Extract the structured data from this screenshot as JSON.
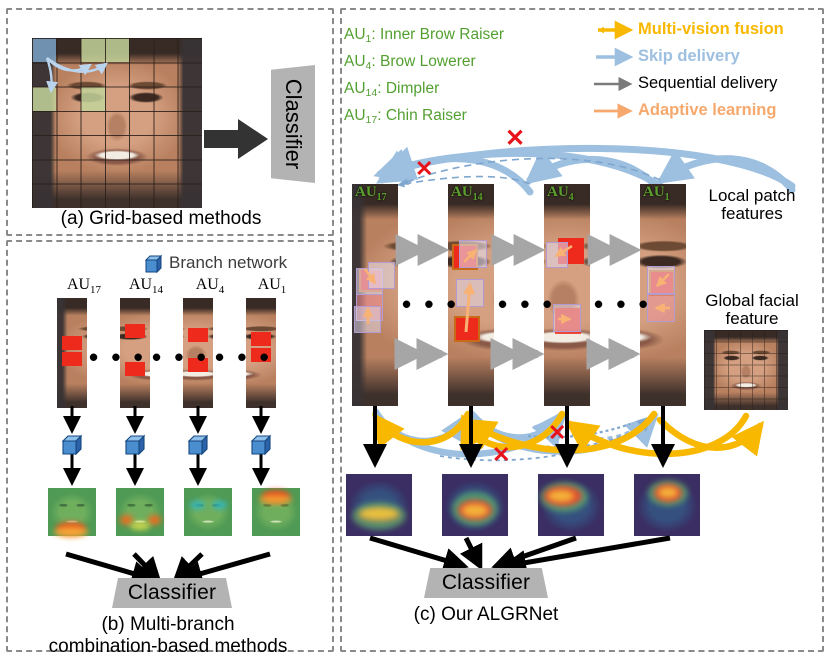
{
  "figure": {
    "title": "ALGRNet comparison figure",
    "panels": [
      {
        "id": "a",
        "caption": "(a) Grid-based methods"
      },
      {
        "id": "b",
        "caption_line1": "(b) Multi-branch",
        "caption_line2": "combination-based methods"
      },
      {
        "id": "c",
        "caption": "(c) Our ALGRNet"
      }
    ]
  },
  "panel_a": {
    "classifier_label": "Classifier",
    "grid_rows": 7,
    "grid_cols": 7,
    "highlight_blue": "#7da7cc",
    "highlight_green": "#c3d49a"
  },
  "panel_b": {
    "branch_network_label": "Branch network",
    "classifier_label": "Classifier",
    "au_labels": [
      "AU17",
      "AU14",
      "AU4",
      "AU1"
    ],
    "au_label_parts": [
      {
        "base": "AU",
        "sub": "17"
      },
      {
        "base": "AU",
        "sub": "14"
      },
      {
        "base": "AU",
        "sub": "4"
      },
      {
        "base": "AU",
        "sub": "1"
      }
    ],
    "ellipsis": "• • •"
  },
  "panel_c": {
    "classifier_label": "Classifier",
    "local_patch_label_line1": "Local patch",
    "local_patch_label_line2": "features",
    "global_feature_label_line1": "Global facial",
    "global_feature_label_line2": "feature",
    "au_label_parts": [
      {
        "base": "AU",
        "sub": "17"
      },
      {
        "base": "AU",
        "sub": "14"
      },
      {
        "base": "AU",
        "sub": "4"
      },
      {
        "base": "AU",
        "sub": "1"
      }
    ],
    "ellipsis": "• • •",
    "x_mark": "✕"
  },
  "legend": {
    "au_definitions": [
      {
        "base": "AU",
        "sub": "1",
        "sep": ": ",
        "name": "Inner Brow Raiser"
      },
      {
        "base": "AU",
        "sub": "4",
        "sep": ": ",
        "name": "Brow Lowerer"
      },
      {
        "base": "AU",
        "sub": "14",
        "sep": ": ",
        "name": "Dimpler"
      },
      {
        "base": "AU",
        "sub": "17",
        "sep": ": ",
        "name": "Chin Raiser"
      }
    ],
    "arrows": [
      {
        "label": "Multi-vision fusion",
        "color": "#f9b800",
        "bidirectional": true
      },
      {
        "label": "Skip delivery",
        "color": "#9dbfe0",
        "bidirectional": false
      },
      {
        "label": "Sequential delivery",
        "color": "#7b7b7b",
        "bidirectional": false,
        "text_color": "#000000"
      },
      {
        "label": "Adaptive learning",
        "color": "#f6a86d",
        "bidirectional": false
      }
    ]
  },
  "colors": {
    "au_green": "#53a031",
    "fusion_yellow": "#f9b800",
    "skip_blue": "#9dbfe0",
    "sequential_gray": "#7b7b7b",
    "adaptive_orange": "#f6a86d",
    "x_red": "#e8121a",
    "classifier_gray": "#b3b3b3",
    "panel_border": "#8a8a8a"
  }
}
